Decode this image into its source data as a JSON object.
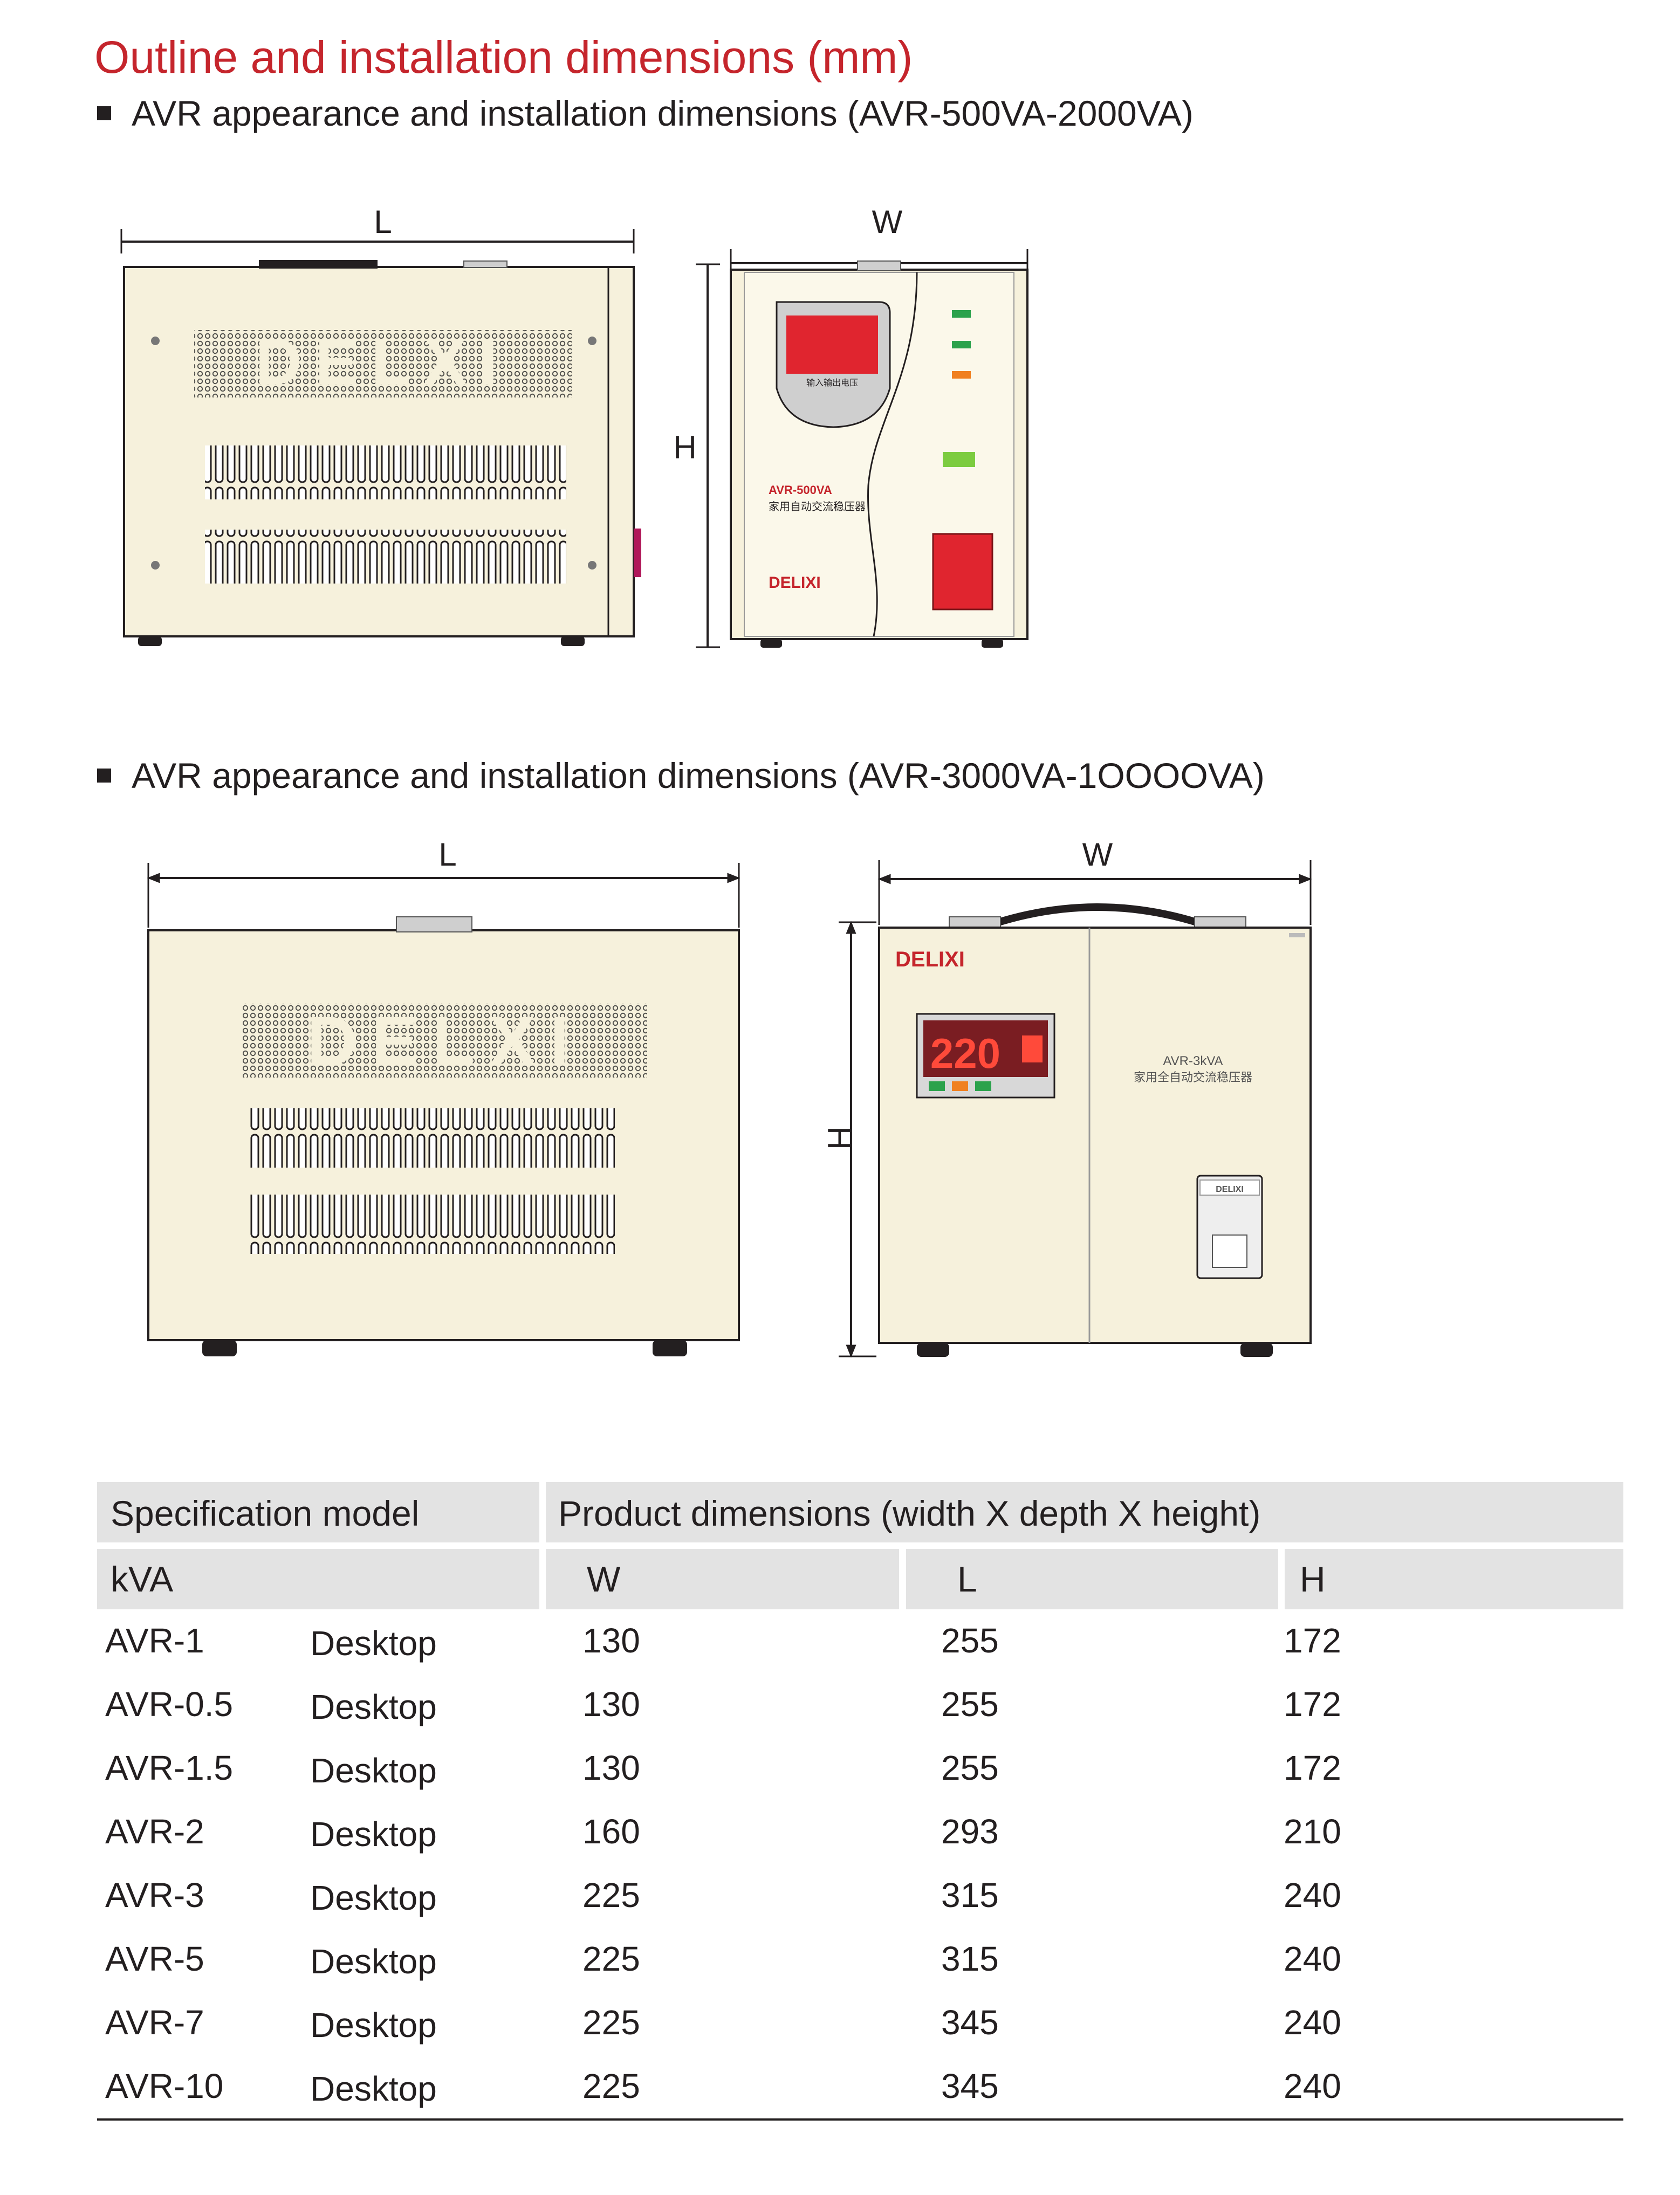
{
  "page": {
    "title": "Outline and installation dimensions (mm)"
  },
  "sections": [
    {
      "heading": "AVR appearance and installation dimensions (AVR-500VA-2000VA)",
      "front_view": {
        "dimension_label": "L",
        "brand_panel_text": "DELXI"
      },
      "side_view": {
        "width_label": "W",
        "height_label": "H",
        "display_caption": "输入输出电压",
        "model_label": "AVR-500VA",
        "product_name": "家用自动交流稳压器",
        "brand": "DELIXI"
      }
    },
    {
      "heading": "AVR appearance and installation dimensions (AVR-3000VA-1OOOOVA)",
      "front_view": {
        "dimension_label": "L",
        "brand_panel_text": "DELXI"
      },
      "side_view": {
        "width_label": "W",
        "height_label": "H",
        "brand": "DELIXI",
        "display_value": "220",
        "model_label": "AVR-3kVA",
        "product_name": "家用全自动交流稳压器",
        "breaker_brand": "DELIXI"
      }
    }
  ],
  "table": {
    "header_row1": {
      "model": "Specification model",
      "dimensions": "Product dimensions (width X depth X height)"
    },
    "header_row2": {
      "unit": "kVA",
      "w": "W",
      "l": "L",
      "h": "H"
    },
    "rows": [
      {
        "model": "AVR-1",
        "type": "Desktop",
        "w": "130",
        "l": "255",
        "h": "172"
      },
      {
        "model": "AVR-0.5",
        "type": "Desktop",
        "w": "130",
        "l": "255",
        "h": "172"
      },
      {
        "model": "AVR-1.5",
        "type": "Desktop",
        "w": "130",
        "l": "255",
        "h": "172"
      },
      {
        "model": "AVR-2",
        "type": "Desktop",
        "w": "160",
        "l": "293",
        "h": "210"
      },
      {
        "model": "AVR-3",
        "type": "Desktop",
        "w": "225",
        "l": "315",
        "h": "240"
      },
      {
        "model": "AVR-5",
        "type": "Desktop",
        "w": "225",
        "l": "315",
        "h": "240"
      },
      {
        "model": "AVR-7",
        "type": "Desktop",
        "w": "225",
        "l": "345",
        "h": "240"
      },
      {
        "model": "AVR-10",
        "type": "Desktop",
        "w": "225",
        "l": "345",
        "h": "240"
      }
    ]
  },
  "colors": {
    "title_red": "#c5252c",
    "panel_cream": "#f6f1dc",
    "display_red": "#e0252f",
    "header_gray": "#e3e3e3",
    "text_dark": "#231f20"
  }
}
